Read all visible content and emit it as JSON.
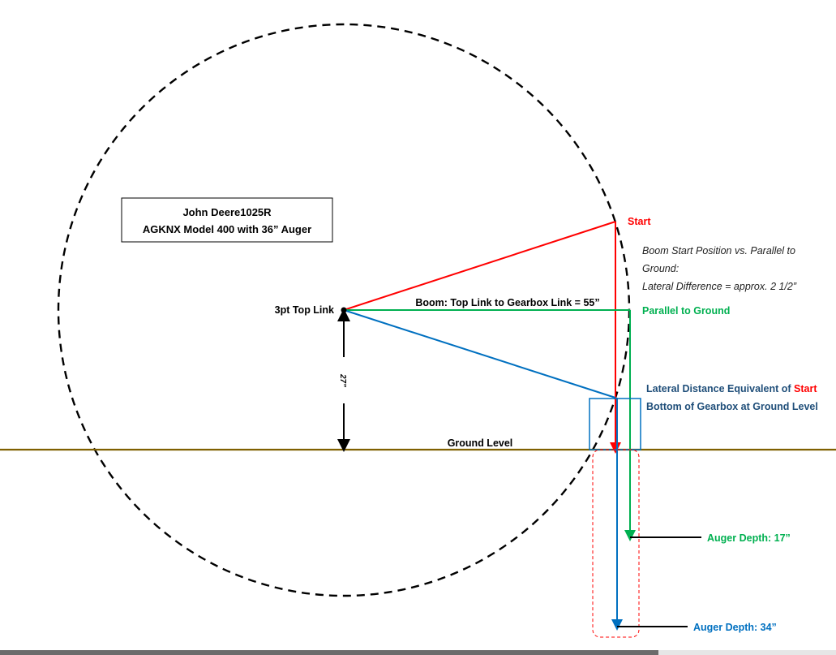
{
  "title_box": {
    "line1": "John Deere1025R",
    "line2": "AGKNX Model 400 with 36” Auger"
  },
  "labels": {
    "top_link": "3pt Top Link",
    "boom": "Boom: Top Link to Gearbox Link = 55”",
    "start": "Start",
    "parallel": "Parallel to Ground",
    "height": "27”",
    "ground": "Ground Level",
    "lateral_prefix": "Lateral Distance Equivalent of ",
    "lateral_start": "Start",
    "gearbox_bottom": "Bottom of Gearbox at Ground Level",
    "depth_17": "Auger Depth: 17”",
    "depth_34": "Auger Depth: 34”"
  },
  "note": {
    "line1": "Boom Start Position vs. Parallel to",
    "line2": "Ground:",
    "line3": "Lateral Difference = approx. 2 1/2”"
  },
  "colors": {
    "red": "#ff0000",
    "green": "#00b050",
    "blue": "#0070c0",
    "navy": "#1f4e79",
    "ground": "#7f6000",
    "dashed_circle": "#000000"
  }
}
